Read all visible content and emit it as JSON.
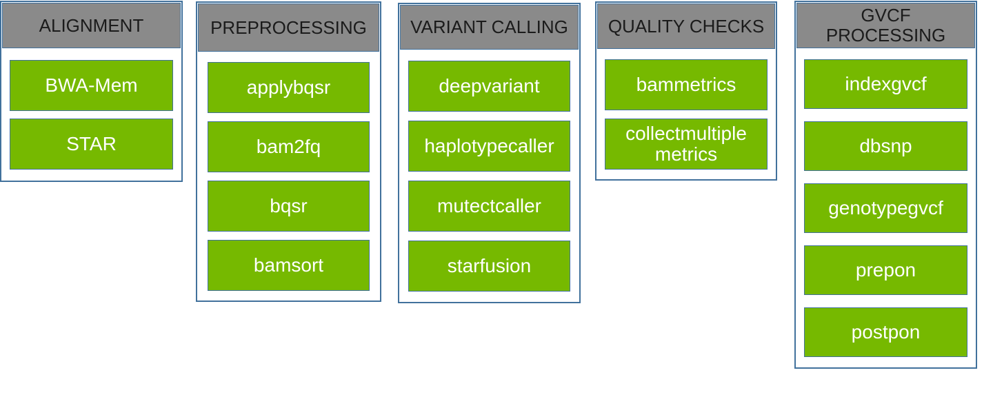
{
  "columns": [
    {
      "title": "ALIGNMENT",
      "items": [
        "BWA-Mem",
        "STAR"
      ]
    },
    {
      "title": "PREPROCESSING",
      "items": [
        "applybqsr",
        "bam2fq",
        "bqsr",
        "bamsort"
      ]
    },
    {
      "title": "VARIANT CALLING",
      "items": [
        "deepvariant",
        "haplotypecaller",
        "mutectcaller",
        "starfusion"
      ]
    },
    {
      "title": "QUALITY CHECKS",
      "items": [
        "bammetrics",
        "collectmultiple metrics"
      ]
    },
    {
      "title": "GVCF PROCESSING",
      "items": [
        "indexgvcf",
        "dbsnp",
        "genotypegvcf",
        "prepon",
        "postpon"
      ]
    }
  ],
  "colors": {
    "button_green": "#76b900",
    "header_gray": "#8a8a8a",
    "border_blue": "#41719c",
    "header_text": "#1b1b1b",
    "button_text": "#ffffff",
    "background": "#ffffff"
  }
}
